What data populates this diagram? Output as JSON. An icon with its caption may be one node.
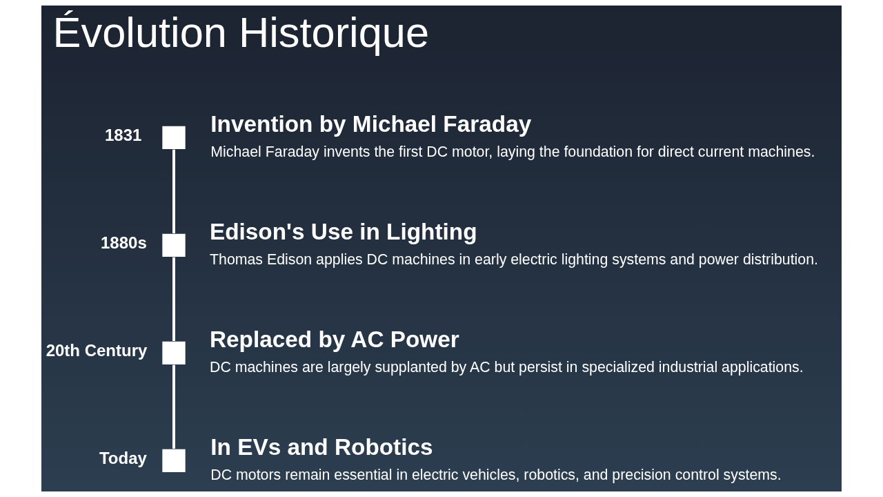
{
  "diagram": {
    "title": "Évolution Historique",
    "nodes": [
      {
        "text": [],
        "shape": "box",
        "beside": [
          "1831",
          "Invention by Michael Faraday",
          "Michael Faraday invents the first DC motor, laying the foundation for direct current machines."
        ]
      },
      {
        "text": [],
        "shape": "box",
        "beside": [
          "1880s",
          "Edison's Use in Lighting",
          "Thomas Edison applies DC machines in early electric lighting systems and power distribution."
        ]
      },
      {
        "text": [],
        "shape": "box",
        "beside": [
          "20th Century",
          "Replaced by AC Power",
          "DC machines are largely supplanted by AC but persist in specialized industrial applications."
        ]
      },
      {
        "text": [],
        "shape": "box",
        "beside": [
          "Today",
          "In EVs and Robotics",
          "DC motors remain essential in electric vehicles, robotics, and precision control systems."
        ]
      }
    ],
    "edges": [
      {
        "from": 0,
        "to": 1,
        "arrow": "none"
      },
      {
        "from": 1,
        "to": 2,
        "arrow": "none"
      },
      {
        "from": 2,
        "to": 3,
        "arrow": "none"
      }
    ]
  }
}
